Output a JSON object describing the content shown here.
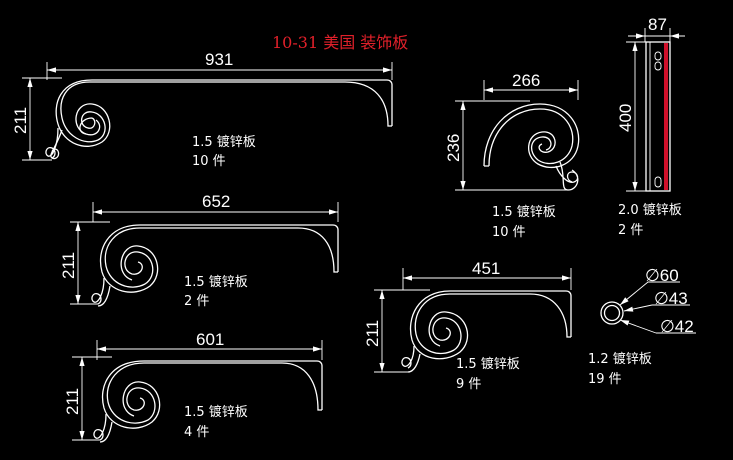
{
  "title": "10-31 美国 装饰板",
  "colors": {
    "background": "#000000",
    "lines": "#ffffff",
    "title": "#e0202a",
    "post_fill": "#d0102a"
  },
  "parts": [
    {
      "id": "p1",
      "width_dim": "931",
      "height_dim": "211",
      "material": "1.5 镀锌板",
      "qty": "10 件"
    },
    {
      "id": "p2",
      "width_dim": "652",
      "height_dim": "211",
      "material": "1.5 镀锌板",
      "qty": "2 件"
    },
    {
      "id": "p3",
      "width_dim": "601",
      "height_dim": "211",
      "material": "1.5 镀锌板",
      "qty": "4 件"
    },
    {
      "id": "p4",
      "width_dim": "266",
      "height_dim": "236",
      "material": "1.5 镀锌板",
      "qty": "10 件"
    },
    {
      "id": "p5",
      "width_dim": "451",
      "height_dim": "211",
      "material": "1.5 镀锌板",
      "qty": "9 件"
    },
    {
      "id": "p6",
      "width_dim": "87",
      "height_dim": "400",
      "material": "2.0 镀锌板",
      "qty": "2 件"
    },
    {
      "id": "p7",
      "dims": [
        "∅60",
        "∅43",
        "∅42"
      ],
      "material": "1.2 镀锌板",
      "qty": "19 件"
    }
  ]
}
